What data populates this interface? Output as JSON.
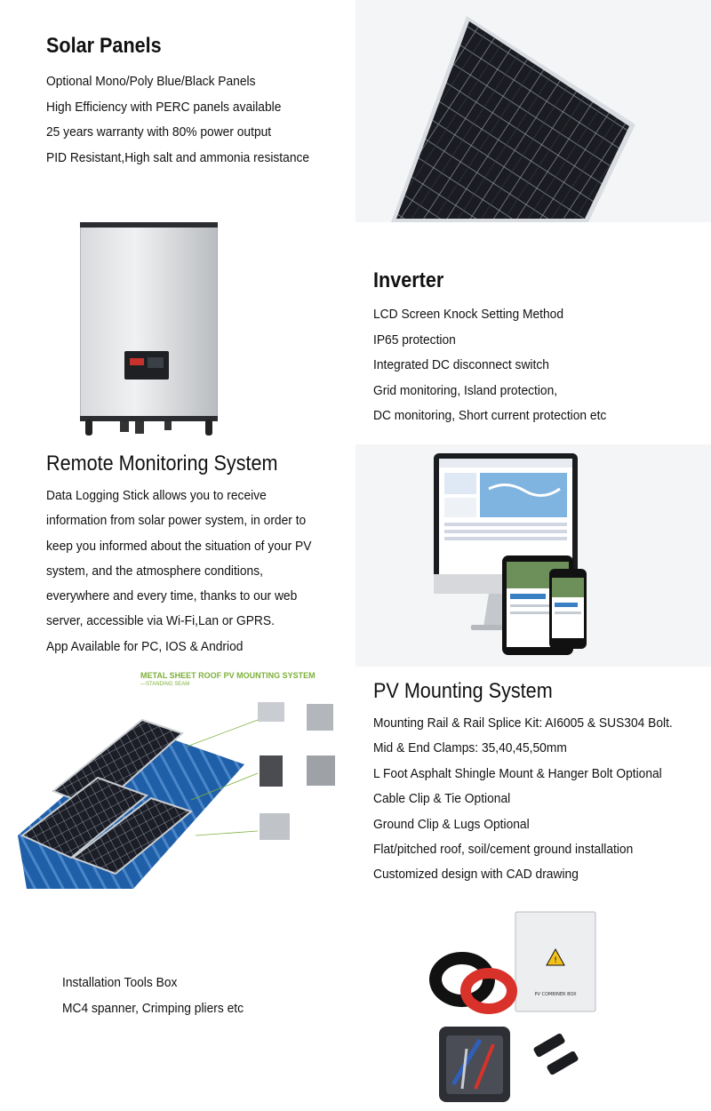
{
  "solar": {
    "title": "Solar Panels",
    "lines": [
      "Optional Mono/Poly Blue/Black Panels",
      "High Efficiency with PERC panels available",
      "25 years warranty with 80% power output",
      "PID Resistant,High salt and ammonia resistance"
    ]
  },
  "inverter": {
    "title": "Inverter",
    "lines": [
      "LCD Screen Knock Setting Method",
      "IP65 protection",
      "Integrated DC disconnect switch",
      "Grid monitoring, Island protection,",
      "DC monitoring, Short current protection etc"
    ]
  },
  "monitoring": {
    "title": "Remote Monitoring System",
    "lines": [
      "Data Logging Stick allows you to receive",
      "information from solar power system, in order to",
      "keep you informed about the situation of your PV",
      "system, and the atmosphere conditions,",
      "everywhere and every time, thanks to our web",
      "server, accessible via Wi-Fi,Lan or GPRS.",
      "App Available for PC, IOS & Andriod"
    ]
  },
  "mounting": {
    "title": "PV Mounting System",
    "diagram_title": "METAL SHEET ROOF PV MOUNTING SYSTEM",
    "diagram_subtitle": "—STANDING SEAM",
    "lines": [
      "Mounting Rail & Rail Splice Kit: AI6005 & SUS304 Bolt.",
      "Mid & End Clamps: 35,40,45,50mm",
      "L Foot Asphalt Shingle Mount & Hanger Bolt Optional",
      "Cable Clip & Tie Optional",
      "Ground Clip & Lugs Optional",
      "Flat/pitched roof, soil/cement ground installation",
      "Customized design with CAD drawing"
    ]
  },
  "tools": {
    "lines": [
      "Installation Tools Box",
      "MC4 spanner, Crimping pliers etc"
    ],
    "box_label": "PV COMBINER BOX"
  },
  "colors": {
    "panel_cell": "#1a1c22",
    "panel_frame": "#c9ccd1",
    "roof_blue": "#1f5fa8",
    "diagram_title": "#7db03a",
    "cable_red": "#d8322a",
    "image_bg": "#f4f5f7"
  }
}
